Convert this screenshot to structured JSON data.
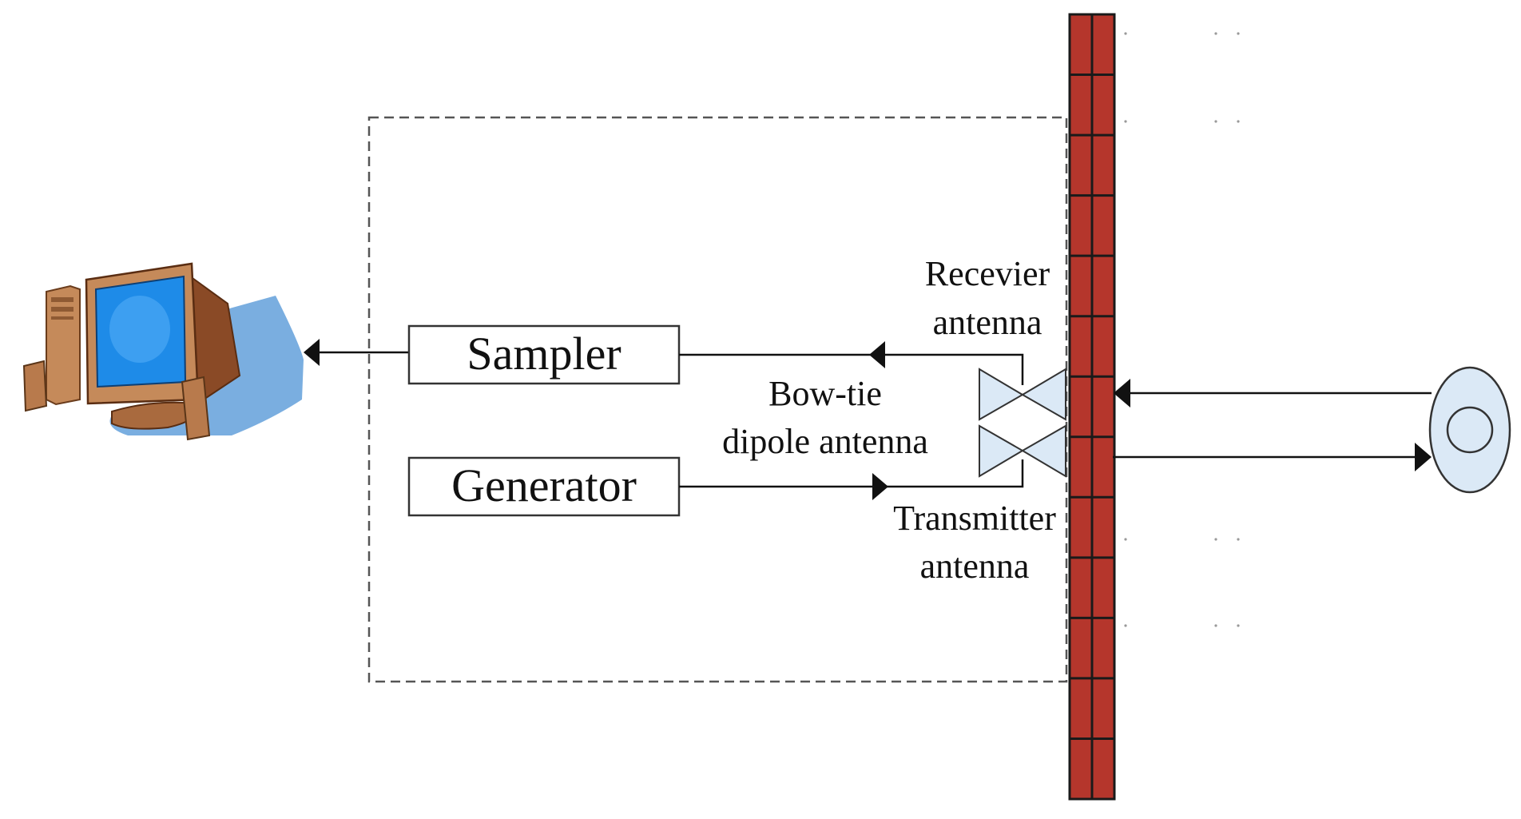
{
  "diagram": {
    "blocks": {
      "sampler": "Sampler",
      "generator": "Generator"
    },
    "labels": {
      "receiver_line1": "Recevier",
      "receiver_line2": "antenna",
      "bowtie_line1": "Bow-tie",
      "bowtie_line2": "dipole antenna",
      "transmitter_line1": "Transmitter",
      "transmitter_line2": "antenna"
    },
    "icons": {
      "computer": "computer-icon",
      "target": "target-icon",
      "wall": "brick-wall"
    },
    "colors": {
      "wall": "#b5362c",
      "wall_mortar": "#1a1a1a",
      "monitor_screen": "#1e8be8",
      "monitor_body": "#c58a5a",
      "shadow": "#7aaee0",
      "target_fill": "#dbe9f6",
      "antenna_fill": "#dbe9f6",
      "line": "#111111",
      "dash": "#555555"
    }
  }
}
